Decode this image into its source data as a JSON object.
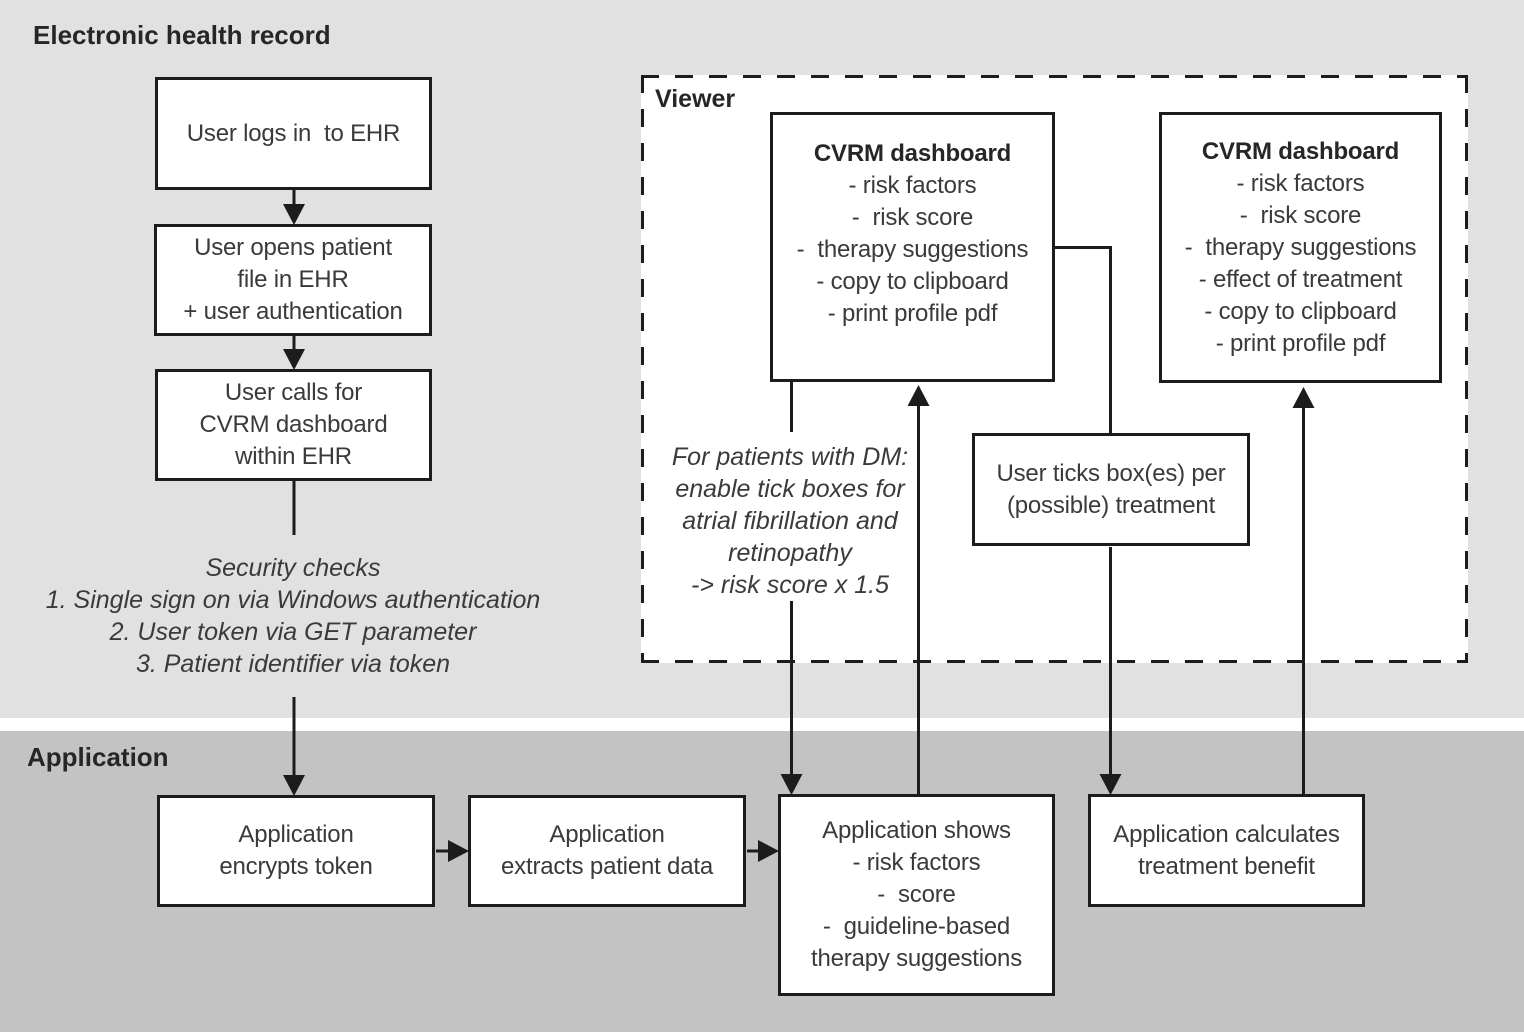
{
  "page": {
    "ehr_section_label": "Electronic health record",
    "application_section_label": "Application",
    "viewer_label": "Viewer"
  },
  "ehr_flow": {
    "login_box": {
      "lines": [
        "User logs in  to EHR"
      ]
    },
    "open_patient_box": {
      "lines": [
        "User opens patient",
        "file in EHR",
        "+ user authentication"
      ]
    },
    "call_dashboard_box": {
      "lines": [
        "User calls for",
        "CVRM dashboard",
        "within EHR"
      ]
    },
    "security_note": {
      "lines": [
        "Security checks",
        "1. Single sign on via Windows authentication",
        "2. User token via GET parameter",
        "3. Patient identifier via token"
      ]
    }
  },
  "viewer": {
    "dashboard_initial": {
      "title": "CVRM dashboard",
      "items": [
        "- risk factors",
        "-  risk score",
        "-  therapy suggestions",
        "- copy to clipboard",
        "- print profile pdf"
      ]
    },
    "dashboard_treatment": {
      "title": "CVRM dashboard",
      "items": [
        "- risk factors",
        "-  risk score",
        "-  therapy suggestions",
        "- effect of treatment",
        "- copy to clipboard",
        "- print profile pdf"
      ]
    },
    "dm_note": {
      "lines": [
        "For patients with DM:",
        "enable tick boxes for",
        "atrial fibrillation and",
        "retinopathy",
        "-> risk score x 1.5"
      ]
    },
    "ticks_box": {
      "lines": [
        "User ticks box(es) per",
        "(possible) treatment"
      ]
    }
  },
  "application_flow": {
    "encrypts_box": {
      "lines": [
        "Application",
        "encrypts token"
      ]
    },
    "extracts_box": {
      "lines": [
        "Application",
        "extracts patient data"
      ]
    },
    "shows_box": {
      "lines": [
        "Application shows",
        "- risk factors",
        "-  score",
        "-  guideline-based",
        "therapy suggestions"
      ]
    },
    "calculates_box": {
      "lines": [
        "Application calculates",
        "treatment benefit"
      ]
    }
  },
  "colors": {
    "ehr_region_bg": "#e1e1e1",
    "application_region_bg": "#c3c3c3",
    "viewer_bg": "#ffffff",
    "box_bg": "#ffffff",
    "line_and_border": "#1c1c1c",
    "text": "#3a3a3a"
  }
}
